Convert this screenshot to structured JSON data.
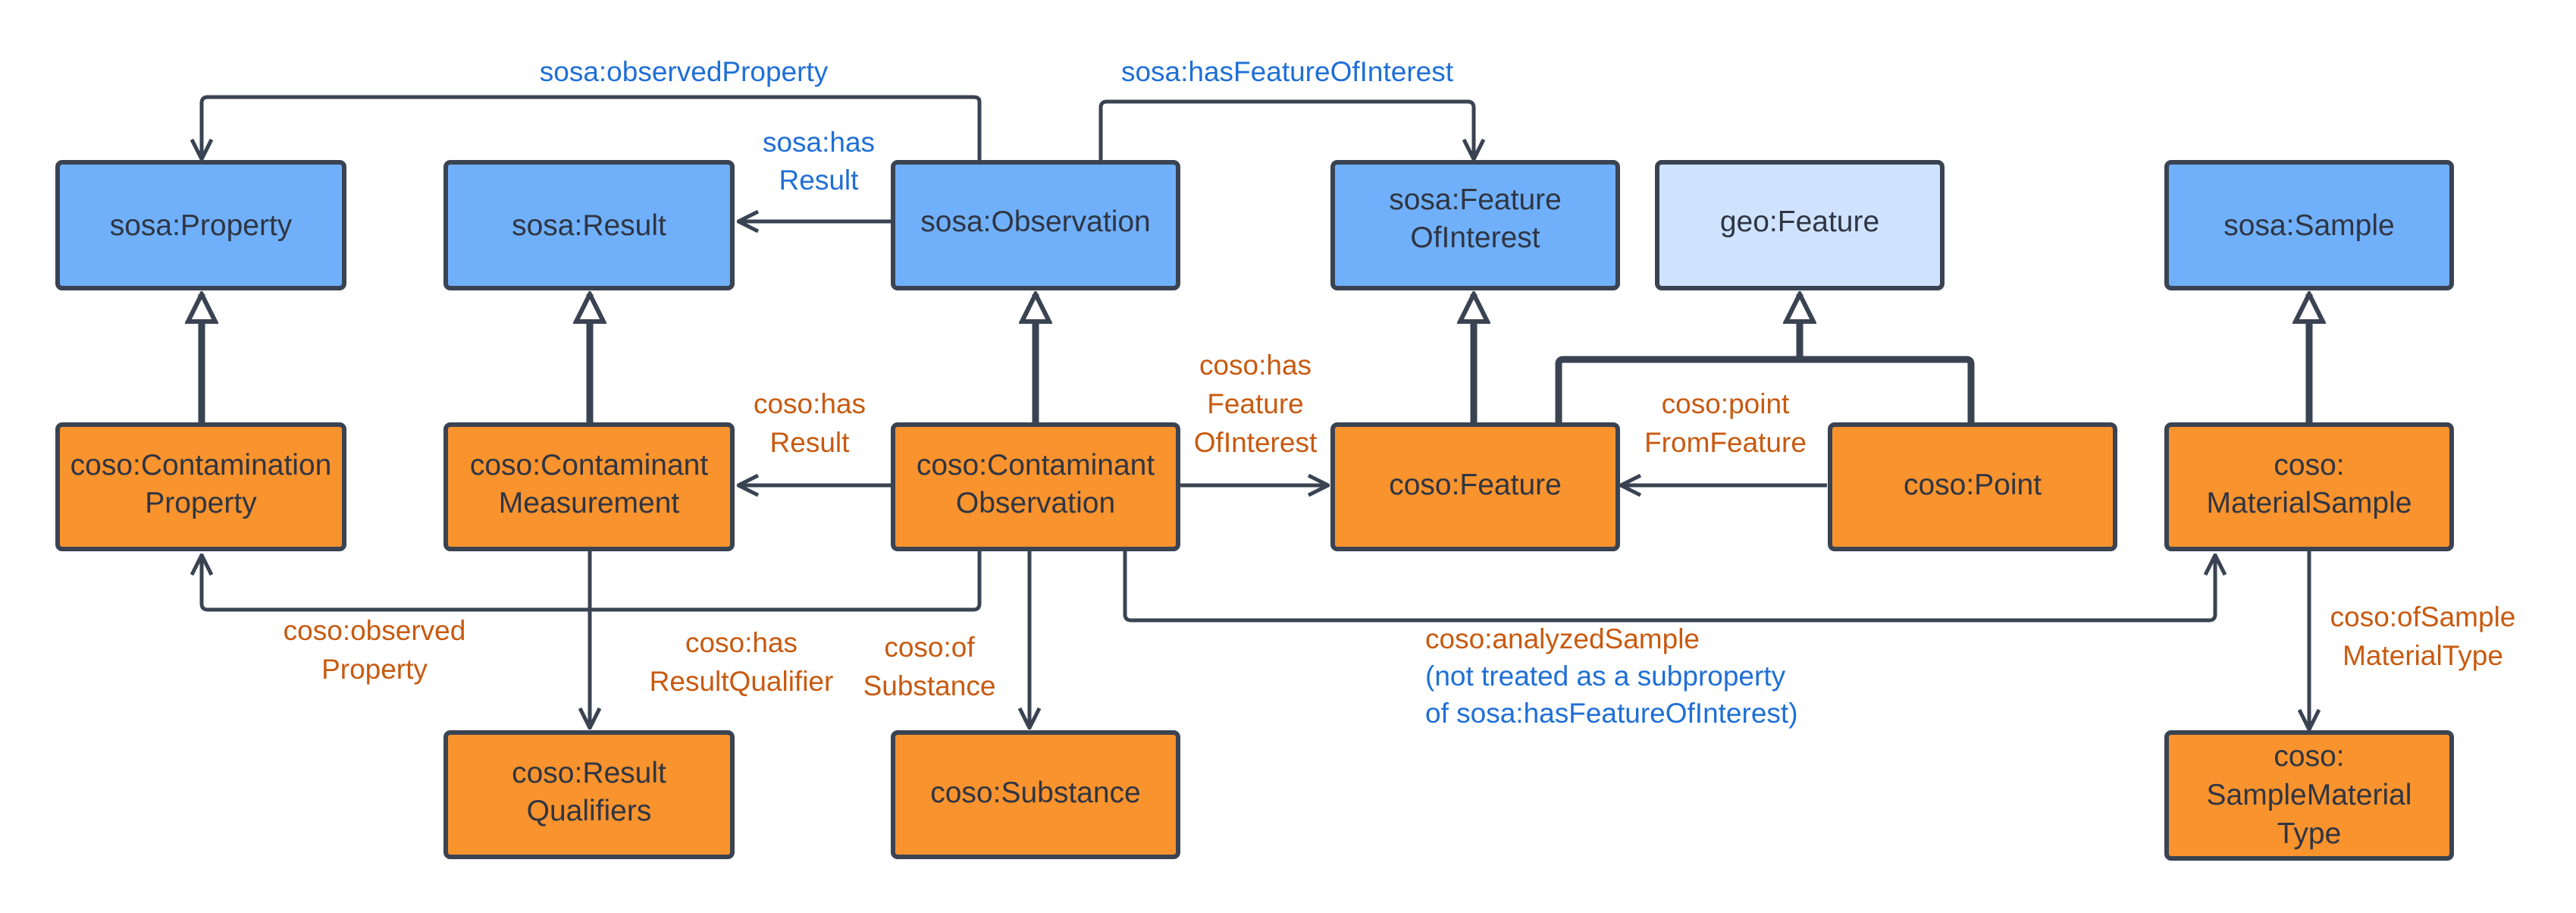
{
  "colors": {
    "sosa_box": "#70b0fb",
    "geo_box": "#cfe3ff",
    "coso_box": "#f9932e",
    "sosa_label": "#1f6fd6",
    "coso_label": "#c85a10",
    "line": "#3a4352"
  },
  "nodes": {
    "sosa_property": "sosa:Property",
    "sosa_result": "sosa:Result",
    "sosa_observation": "sosa:Observation",
    "sosa_foi": [
      "sosa:Feature",
      "OfInterest"
    ],
    "geo_feature": "geo:Feature",
    "sosa_sample": "sosa:Sample",
    "coso_contamination_property": [
      "coso:Contamination",
      "Property"
    ],
    "coso_contaminant_measurement": [
      "coso:Contaminant",
      "Measurement"
    ],
    "coso_contaminant_observation": [
      "coso:Contaminant",
      "Observation"
    ],
    "coso_feature": "coso:Feature",
    "coso_point": "coso:Point",
    "coso_material_sample": [
      "coso:",
      "MaterialSample"
    ],
    "coso_result_qualifiers": [
      "coso:Result",
      "Qualifiers"
    ],
    "coso_substance": "coso:Substance",
    "coso_sample_material_type": [
      "coso:",
      "SampleMaterial",
      "Type"
    ]
  },
  "edges": {
    "sosa_observed_property": "sosa:observedProperty",
    "sosa_has_foi": "sosa:hasFeatureOfInterest",
    "sosa_has_result": [
      "sosa:has",
      "Result"
    ],
    "coso_has_result": [
      "coso:has",
      "Result"
    ],
    "coso_has_foi": [
      "coso:has",
      "Feature",
      "OfInterest"
    ],
    "coso_point_from_feature": [
      "coso:point",
      "FromFeature"
    ],
    "coso_observed_property": [
      "coso:observed",
      "Property"
    ],
    "coso_has_result_qualifier": [
      "coso:has",
      "ResultQualifier"
    ],
    "coso_of_substance": [
      "coso:of",
      "Substance"
    ],
    "coso_analyzed_sample": "coso:analyzedSample",
    "coso_analyzed_sample_note": [
      "(not treated as a subproperty",
      "of sosa:hasFeatureOfInterest)"
    ],
    "coso_of_sample_material_type": [
      "coso:ofSample",
      "MaterialType"
    ]
  }
}
